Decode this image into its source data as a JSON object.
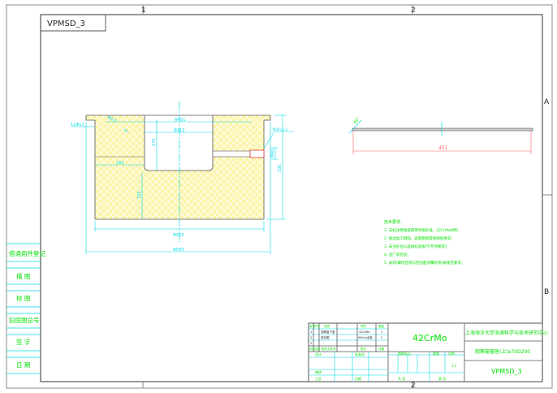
{
  "drawing_id": "VPMSD_3",
  "zones": {
    "col1": "1",
    "col2": "2",
    "rowA": "A",
    "rowB": "B"
  },
  "side_labels": [
    "借通用件登记",
    "描 图",
    "校 图",
    "旧底图总号",
    "签 字",
    "日 期"
  ],
  "front_view": {
    "dims": {
      "d451": "Φ451",
      "d213": "Φ213",
      "h175": "175",
      "w155": "155",
      "h150": "150",
      "d523": "Φ523",
      "d583": "Φ583",
      "h335": "335",
      "d40": "Φ40",
      "hole": "12Φ11",
      "chamfer1": "Φ0.5",
      "chamfer2": "45°",
      "thread": "M24×1.5"
    }
  },
  "side_view": {
    "dims": {
      "width": "451",
      "chamfer": "45°"
    }
  },
  "tech_requirements": {
    "title": "技术要求：",
    "items": [
      "1. 未标注倒角按照零件图标准，42CrMo材料；",
      "2. 锐边加工倒钝，表面粗糙度按图纸要求；",
      "3. 未注形位公差按标准执行(专项要求)；",
      "4. 出厂前检验；",
      "5. 安装(螺纹连接与密封面涂覆防锈)按规范要求；"
    ]
  },
  "title_block": {
    "parts_headers": [
      "序号",
      "代号",
      "名称",
      "材料",
      "数量"
    ],
    "parts_rows": [
      [
        "1",
        "",
        "观察窗下盖",
        "42CrMo",
        "1"
      ],
      [
        "2",
        "",
        "密封圈",
        "900uro氟胶",
        "2"
      ],
      [
        "3",
        "",
        "",
        "",
        ""
      ]
    ],
    "revision_headers": [
      "标记",
      "处数",
      "更改文件号",
      "签字",
      "日期"
    ],
    "material": "42CrMo",
    "institution": "上海海洋大学深渊科学与技术研究中心",
    "part_name": "观察窗窗座(上)a70D200",
    "drawing_number": "VPMSD_3",
    "labels": {
      "design": "设计",
      "standard": "标准化",
      "review": "审核",
      "process": "工艺",
      "date": "日期",
      "stage_mark": "图样标记",
      "weight": "重量",
      "scale": "比例",
      "scale_value": "1:1",
      "sheet": "共 页",
      "sheet_no": "第 页"
    }
  }
}
